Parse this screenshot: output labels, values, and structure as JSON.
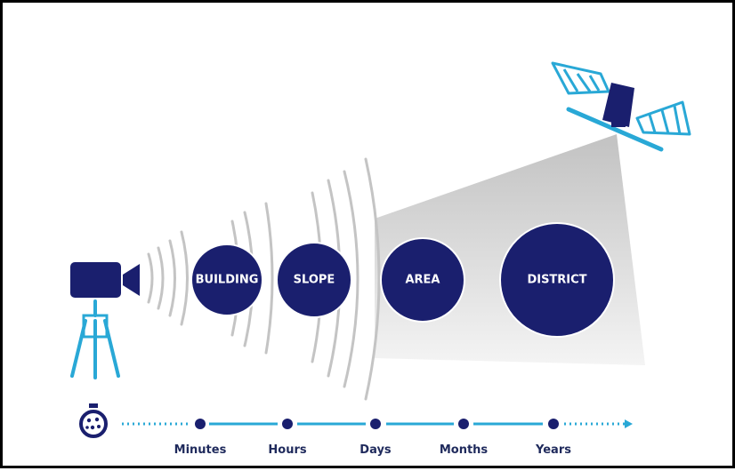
{
  "scales": [
    "BUILDING",
    "SLOPE",
    "AREA",
    "DISTRICT"
  ],
  "timeline": [
    "Minutes",
    "Hours",
    "Days",
    "Months",
    "Years"
  ],
  "colors": {
    "navy": "#1a1f6e",
    "cyan": "#29a8d6",
    "wave": "#c4c4c4",
    "frame": "#000000"
  },
  "icons": {
    "camera": "video-camera-on-tripod-icon",
    "satellite": "satellite-icon",
    "timer": "stopwatch-icon"
  }
}
